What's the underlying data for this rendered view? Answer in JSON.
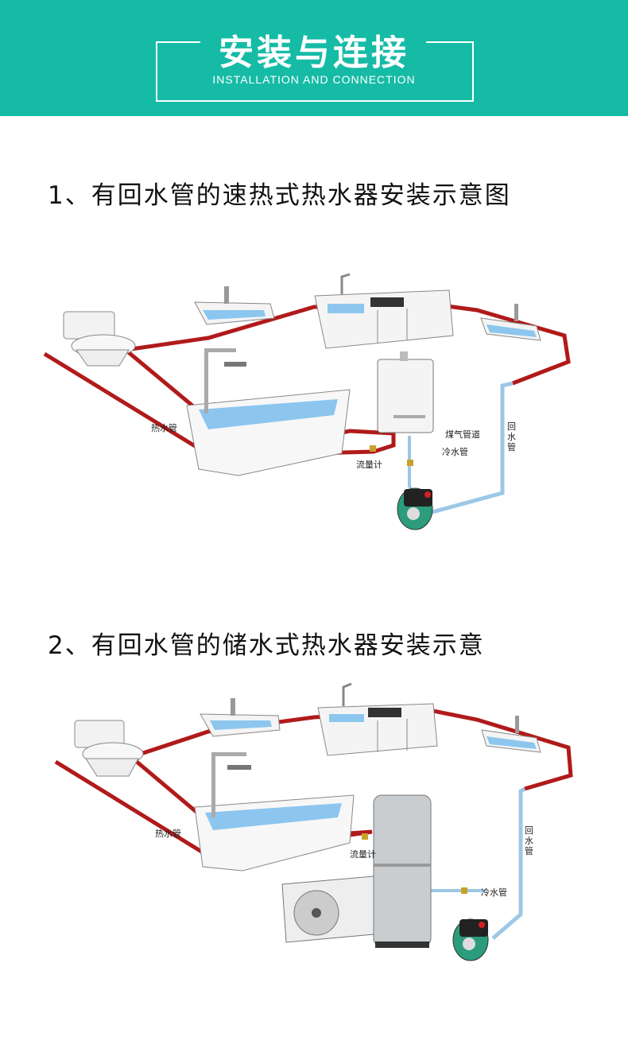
{
  "header": {
    "title_zh": "安装与连接",
    "title_en": "INSTALLATION AND CONNECTION"
  },
  "section1": {
    "title": "1、有回水管的速热式热水器安装示意图",
    "labels": {
      "hot_pipe": "热水管",
      "flowmeter": "流量计",
      "gas_pipe": "煤气管道",
      "cold_pipe": "冷水管",
      "return_pipe_1": "回",
      "return_pipe_2": "水",
      "return_pipe_3": "管"
    }
  },
  "section2": {
    "title": "2、有回水管的储水式热水器安装示意",
    "labels": {
      "hot_pipe": "热水管",
      "flowmeter": "流量计",
      "cold_pipe": "冷水管",
      "return_pipe_1": "回",
      "return_pipe_2": "水",
      "return_pipe_3": "管"
    }
  },
  "colors": {
    "header_bg": "#16bba6",
    "hot_pipe": "#b11a1a",
    "return_pipe": "#9cc7e6",
    "water": "#8cc6ee"
  }
}
